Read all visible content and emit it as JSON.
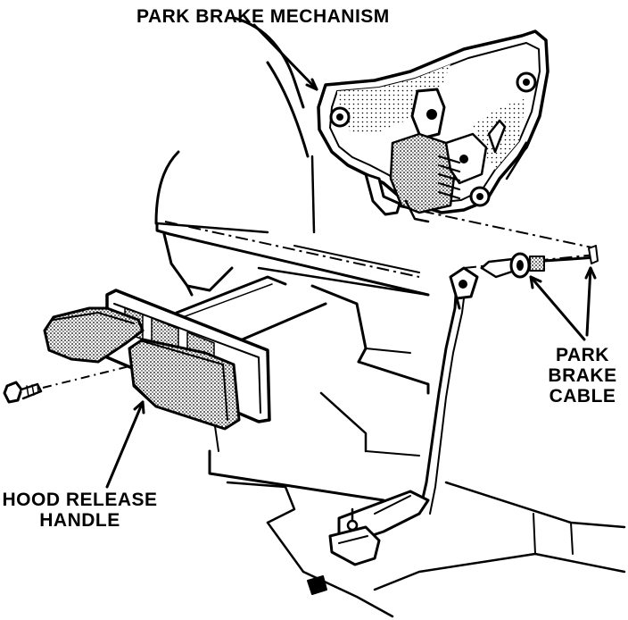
{
  "labels": {
    "park_brake_mechanism": "PARK BRAKE MECHANISM",
    "park_brake_cable": [
      "PARK",
      "BRAKE",
      "CABLE"
    ],
    "hood_release_handle": [
      "HOOD RELEASE",
      "HANDLE"
    ]
  },
  "colors": {
    "ink": "#000000",
    "paper": "#ffffff",
    "shade": "#9a9a9a"
  }
}
